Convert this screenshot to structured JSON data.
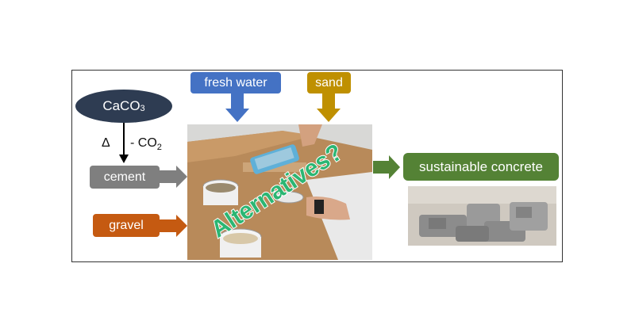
{
  "diagram": {
    "caco3": {
      "text": "CaCO",
      "sub": "3"
    },
    "delta": "Δ",
    "minus_co2": {
      "text": "- CO",
      "sub": "2"
    },
    "inputs": {
      "cement": "cement",
      "gravel": "gravel",
      "fresh_water": "fresh water",
      "sand": "sand"
    },
    "overlay_text": "Alternatives?",
    "output": "sustainable concrete"
  },
  "colors": {
    "caco3": "#2e3c52",
    "cement": "#7f7f7f",
    "gravel": "#c55a11",
    "fresh_water": "#4472c4",
    "sand": "#bf9000",
    "output": "#548235",
    "overlay_text": "#2bb673"
  }
}
